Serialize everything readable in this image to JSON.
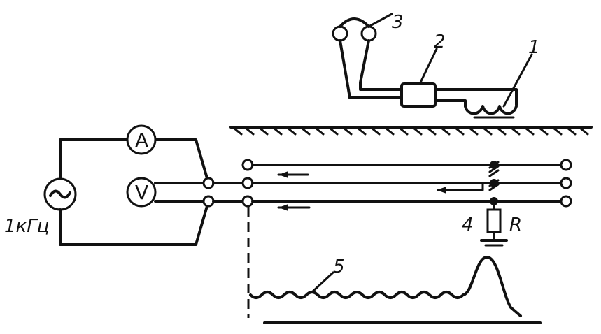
{
  "labels": {
    "frequency": "1кГц",
    "ammeter": "A",
    "voltmeter": "V",
    "fault_resistance": "R",
    "callout_1": "1",
    "callout_2": "2",
    "callout_3": "3",
    "callout_4": "4",
    "callout_5": "5"
  },
  "colors": {
    "ink": "#111111",
    "paper": "#ffffff"
  },
  "icons": {
    "generator": "ac-source-icon",
    "ammeter": "ammeter-icon",
    "voltmeter": "voltmeter-icon",
    "headphones": "headphones-icon",
    "amplifier": "amplifier-box-icon",
    "search_coil": "search-coil-icon",
    "fault": "fault-resistor-icon",
    "ground": "ground-icon"
  }
}
